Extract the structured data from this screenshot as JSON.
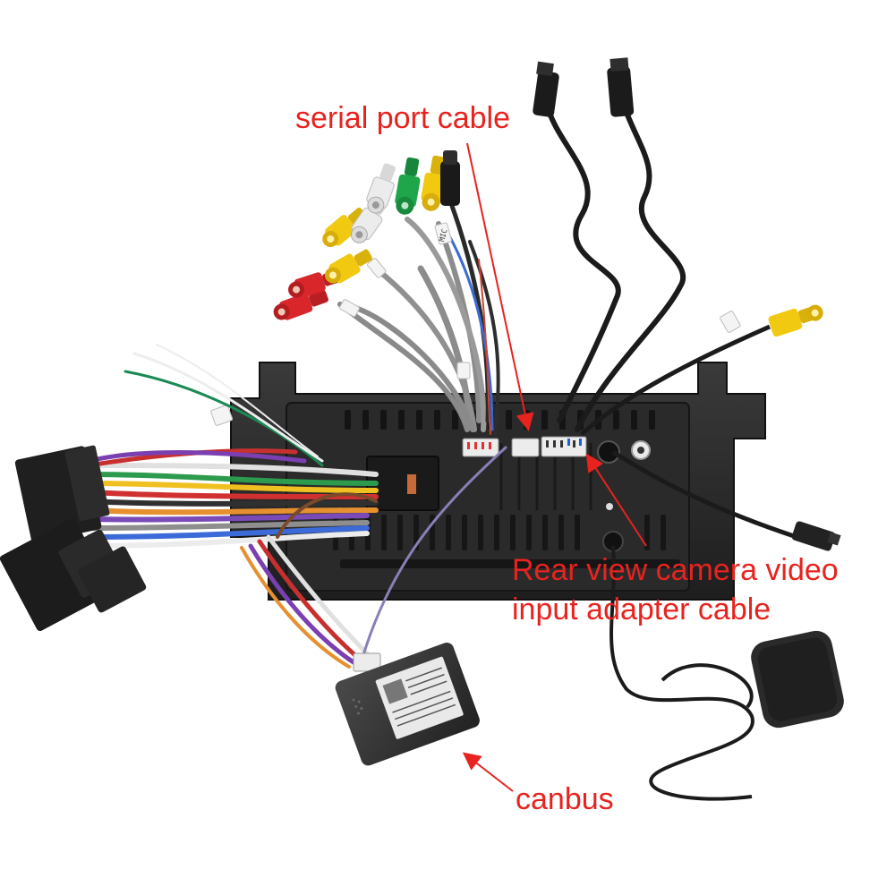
{
  "annotations": {
    "serial_port_cable": "serial port cable",
    "rear_camera_line1": "Rear view camera video",
    "rear_camera_line2": "input adapter cable",
    "canbus": "canbus"
  },
  "sticker_texts": {
    "mic": "MIC"
  },
  "colors": {
    "annotation": "#e8231f",
    "unit_body": "#2b2b2b",
    "rca_red": "#d8262b",
    "rca_yellow": "#f2c911",
    "rca_white": "#e9e9e9",
    "rca_green": "#1fa64a",
    "cable_black": "#1b1b1b"
  }
}
